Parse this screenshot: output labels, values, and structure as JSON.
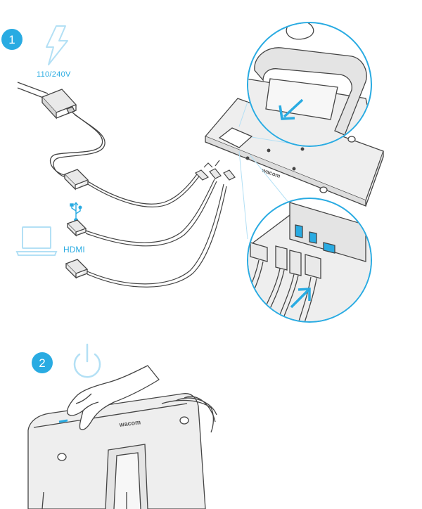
{
  "steps": [
    {
      "number": "1",
      "icon": "lightning-bolt-icon",
      "voltage": "110/240V"
    },
    {
      "number": "2",
      "icon": "power-icon"
    }
  ],
  "labels": {
    "usb_icon": "usb-icon",
    "computer_icon": "laptop-icon",
    "hdmi": "HDMI"
  },
  "device": {
    "brand": "wacom"
  },
  "colors": {
    "accent": "#29abe2",
    "light_accent": "#b3e0f5",
    "line": "#444444",
    "device_fill": "#eeeeee"
  }
}
